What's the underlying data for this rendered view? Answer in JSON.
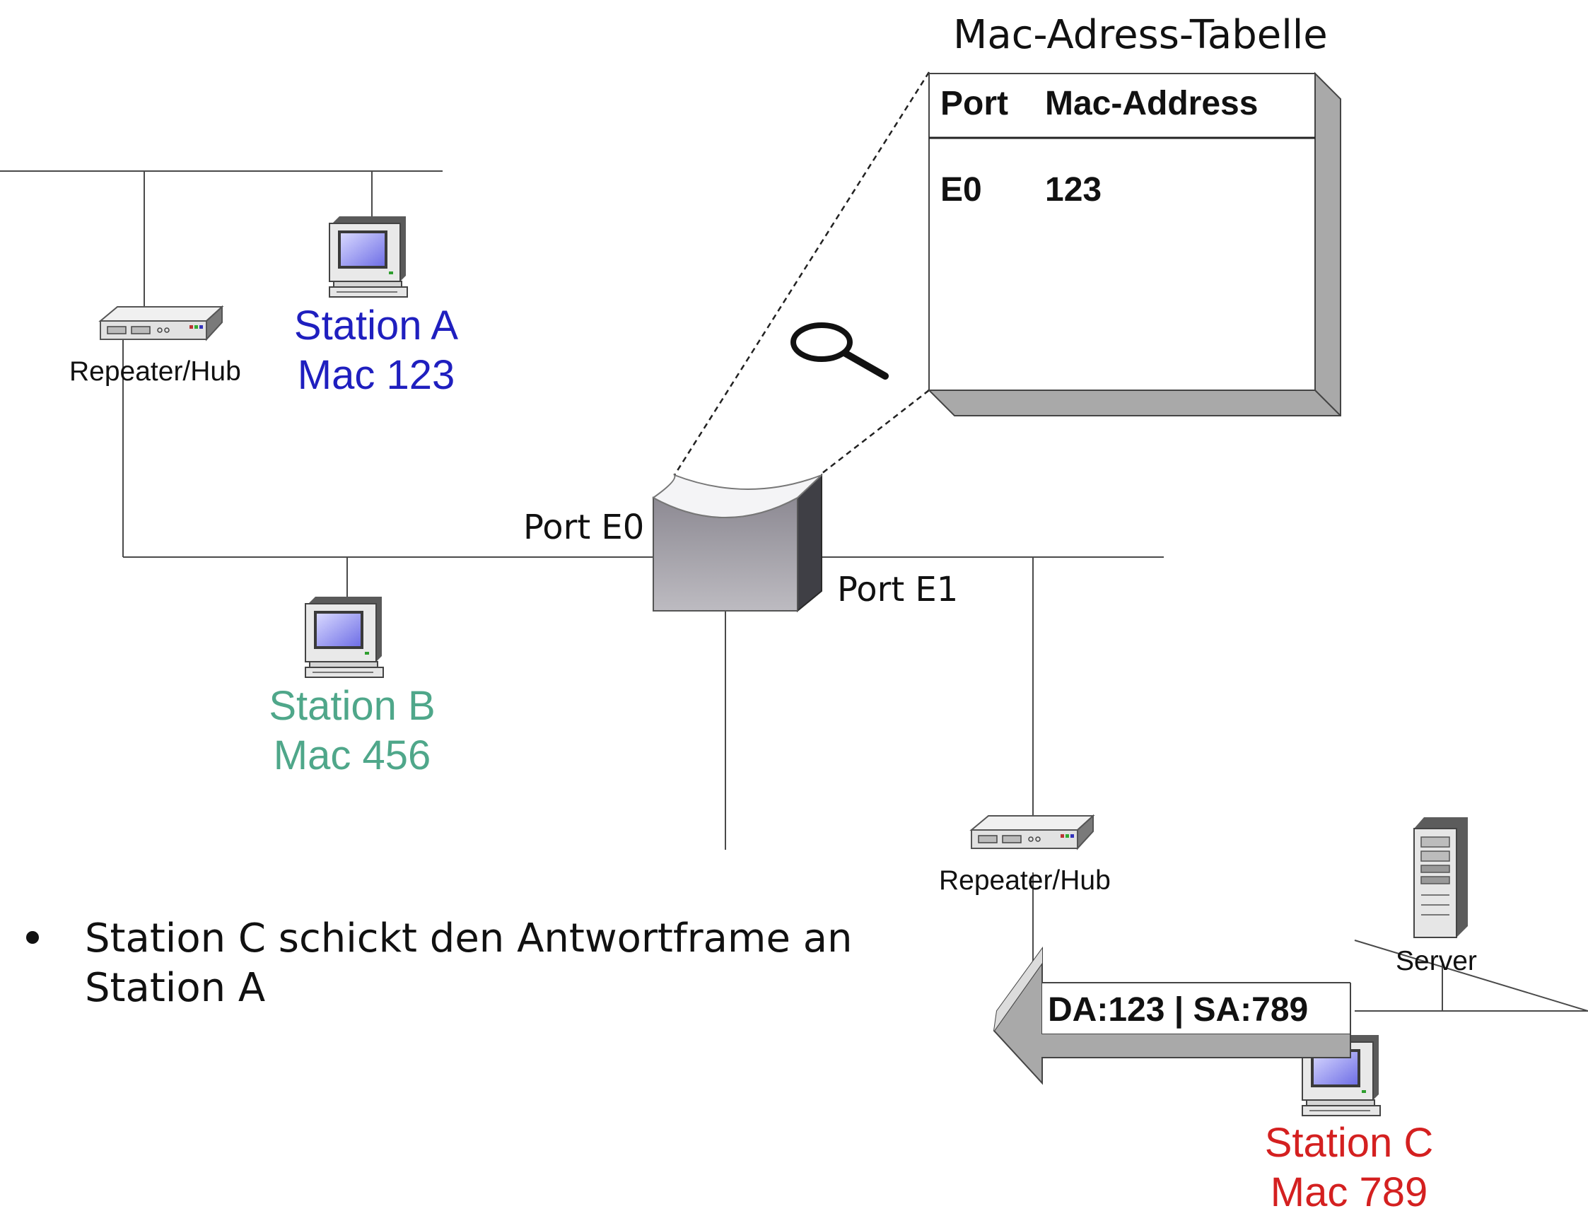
{
  "table": {
    "title": "Mac-Adress-Tabelle",
    "header_port": "Port",
    "header_mac": "Mac-Address",
    "rows": [
      {
        "port": "E0",
        "mac": "123"
      }
    ]
  },
  "devices": {
    "hub_top_label": "Repeater/Hub",
    "hub_bottom_label": "Repeater/Hub",
    "server_label": "Server",
    "station_a": {
      "name": "Station A",
      "mac": "Mac 123"
    },
    "station_b": {
      "name": "Station B",
      "mac": "Mac 456"
    },
    "station_c": {
      "name": "Station C",
      "mac": "Mac 789"
    }
  },
  "switch": {
    "port_e0": "Port E0",
    "port_e1": "Port E1"
  },
  "frame": {
    "label": "DA:123 | SA:789"
  },
  "bullet": {
    "line1": "Station C schickt den Antwortframe an",
    "line2": "Station A"
  },
  "colors": {
    "station_a": "#1f1fbf",
    "station_b": "#4fa78a",
    "station_c": "#d42020",
    "screen": "#8e8ef0",
    "line": "#4a4a4a"
  }
}
